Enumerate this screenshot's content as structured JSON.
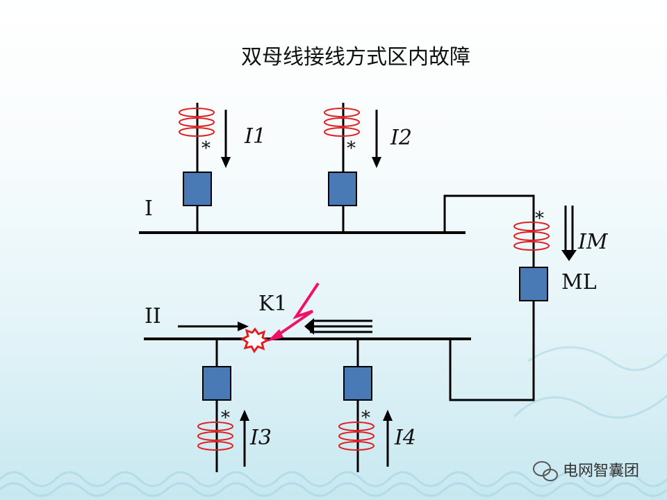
{
  "title": "双母线接线方式区内故障",
  "bus_labels": {
    "bus1": "I",
    "bus2": "II"
  },
  "current_labels": {
    "i1": "I1",
    "i2": "I2",
    "i3": "I3",
    "i4": "I4",
    "im": "IM"
  },
  "coupler_label": "ML",
  "fault_label": "K1",
  "polarity_mark": "*",
  "watermark": "电网智囊团",
  "colors": {
    "breaker": "#4a7ab5",
    "ct_coil": "#e02020",
    "fault_bolt": "#ee1166",
    "fault_star": "#e02020"
  }
}
